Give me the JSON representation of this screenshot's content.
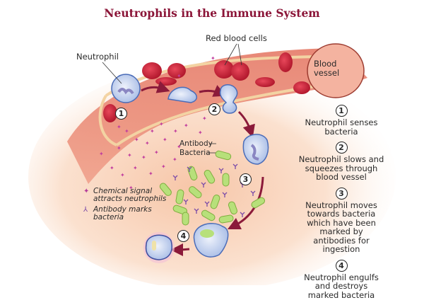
{
  "title": "Neutrophils in the Immune System",
  "labels": {
    "neutrophil": "Neutrophil",
    "red_blood_cells": "Red blood cells",
    "blood_vessel": "Blood vessel",
    "antibody": "Antibody",
    "bacteria": "Bacteria"
  },
  "steps": [
    {
      "number": "1",
      "text": "Neutrophil senses bacteria"
    },
    {
      "number": "2",
      "text": "Neutrophil slows and squeezes through blood vessel"
    },
    {
      "number": "3",
      "text": "Neutrophil moves towards bacteria which have been marked by antibodies for ingestion"
    },
    {
      "number": "4",
      "text": "Neutrophil engulfs and destroys marked bacteria"
    }
  ],
  "legend": [
    {
      "symbol": "✦",
      "text": "Chemical signal attracts neutrophils"
    },
    {
      "symbol": "⅄",
      "text": "Antibody marks bacteria"
    }
  ],
  "colors": {
    "title": "#8b1538",
    "vessel": "#e9866f",
    "rbc": "#d8283e",
    "neutrophil": "#c9d6f0",
    "bacteria": "#b7e07a",
    "signal": "#c23f9e",
    "arrow": "#8b1a3a"
  }
}
